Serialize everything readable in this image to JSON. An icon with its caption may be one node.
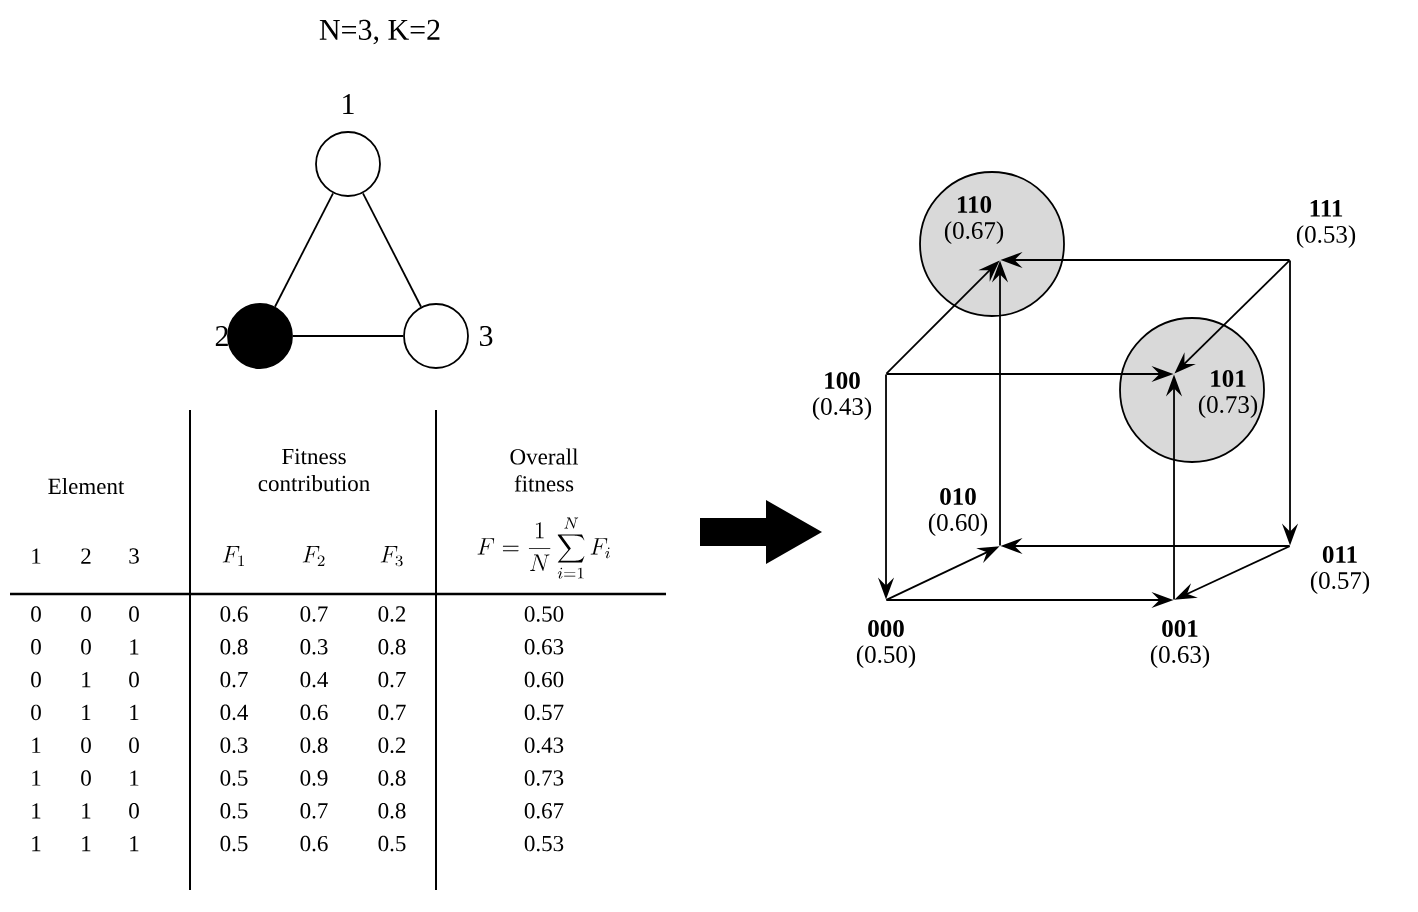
{
  "diagram": {
    "title": "N=3, K=2",
    "nodes": [
      {
        "text": [],
        "shape": "circle",
        "beside": [
          "1"
        ]
      },
      {
        "text": [],
        "shape": "circle",
        "beside": [
          "2"
        ]
      },
      {
        "text": [],
        "shape": "circle",
        "beside": [
          "3"
        ]
      },
      {
        "text": [
          "110",
          "(0.67)"
        ]
      },
      {
        "text": [
          "111",
          "(0.53)"
        ]
      },
      {
        "text": [
          "100",
          "(0.43)"
        ]
      },
      {
        "text": [
          "101",
          "(0.73)"
        ]
      },
      {
        "text": [
          "010",
          "(0.60)"
        ]
      },
      {
        "text": [
          "011",
          "(0.57)"
        ]
      },
      {
        "text": [
          "000",
          "(0.50)"
        ]
      },
      {
        "text": [
          "001",
          "(0.63)"
        ]
      }
    ],
    "edges": [
      {
        "from": 0,
        "to": 1,
        "arrow": "none"
      },
      {
        "from": 0,
        "to": 2,
        "arrow": "none"
      },
      {
        "from": 1,
        "to": 2,
        "arrow": "none"
      },
      {
        "from": 5,
        "to": 9,
        "arrow": "to"
      },
      {
        "from": 9,
        "to": 7,
        "arrow": "to"
      },
      {
        "from": 9,
        "to": 10,
        "arrow": "to"
      },
      {
        "from": 8,
        "to": 10,
        "arrow": "to"
      },
      {
        "from": 8,
        "to": 7,
        "arrow": "to"
      },
      {
        "from": 4,
        "to": 8,
        "arrow": "to"
      },
      {
        "from": 4,
        "to": 3,
        "arrow": "to"
      },
      {
        "from": 4,
        "to": 6,
        "arrow": "to"
      },
      {
        "from": 5,
        "to": 3,
        "arrow": "to"
      },
      {
        "from": 5,
        "to": 6,
        "arrow": "to"
      },
      {
        "from": 7,
        "to": 3,
        "arrow": "to"
      },
      {
        "from": 10,
        "to": 6,
        "arrow": "to"
      }
    ],
    "labels": [
      "Element",
      "Fitness contribution",
      "Overall fitness",
      "1",
      "2",
      "3",
      "F_1",
      "F_2",
      "F_3",
      "F = \\frac{1}{N}\\sum_{i=1}^{N} F_i",
      "0",
      "0",
      "0",
      "0.6",
      "0.7",
      "0.2",
      "0.50",
      "0",
      "0",
      "1",
      "0.8",
      "0.3",
      "0.8",
      "0.63",
      "0",
      "1",
      "0",
      "0.7",
      "0.4",
      "0.7",
      "0.60",
      "0",
      "1",
      "1",
      "0.4",
      "0.6",
      "0.7",
      "0.57",
      "1",
      "0",
      "0",
      "0.3",
      "0.8",
      "0.2",
      "0.43",
      "1",
      "0",
      "1",
      "0.5",
      "0.9",
      "0.8",
      "0.73",
      "1",
      "1",
      "0",
      "0.5",
      "0.7",
      "0.8",
      "0.67",
      "1",
      "1",
      "1",
      "0.5",
      "0.6",
      "0.5",
      "0.53"
    ]
  }
}
